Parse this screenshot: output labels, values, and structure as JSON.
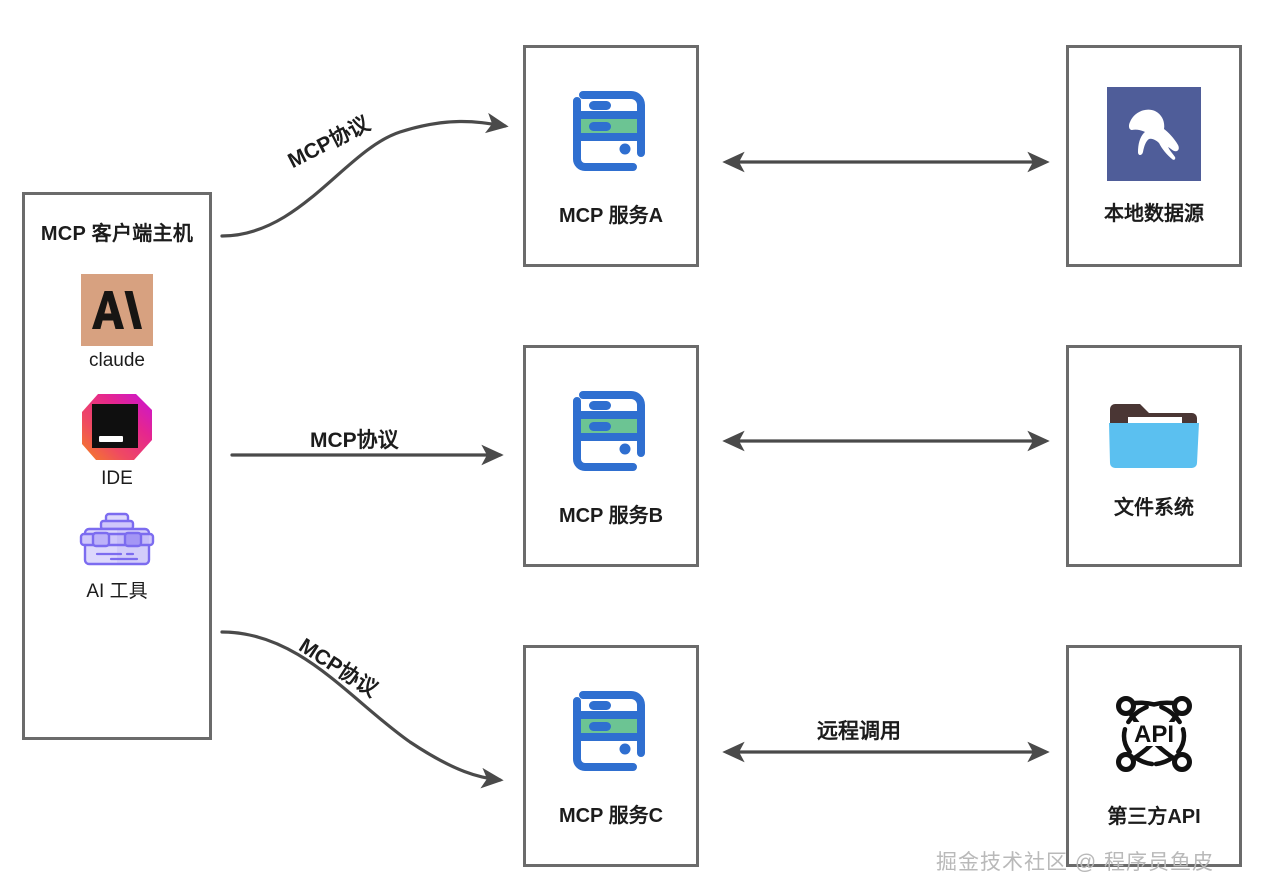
{
  "diagram": {
    "title": "MCP architecture diagram",
    "colors": {
      "box_border": "#6b6b6b",
      "arrow": "#4a4a4a",
      "server_blue": "#2f6fd0",
      "server_green": "#6cc493",
      "claude_bg": "#d7a180",
      "mysql_bg": "#4f5d99",
      "folder_blue": "#5bc0f0",
      "folder_brown": "#4a3634",
      "toolbox_purple": "#7c6cf0",
      "watermark": "#b9b9b9"
    }
  },
  "client_host": {
    "title": "MCP 客户端主机",
    "items": [
      {
        "icon": "claude-icon",
        "label": "claude"
      },
      {
        "icon": "ide-icon",
        "label": "IDE"
      },
      {
        "icon": "toolbox-icon",
        "label": "AI 工具"
      }
    ]
  },
  "servers": [
    {
      "icon": "server-rack-icon",
      "label": "MCP 服务A"
    },
    {
      "icon": "server-rack-icon",
      "label": "MCP 服务B"
    },
    {
      "icon": "server-rack-icon",
      "label": "MCP 服务C"
    }
  ],
  "resources": [
    {
      "icon": "mysql-dolphin-icon",
      "label": "本地数据源"
    },
    {
      "icon": "folder-icon",
      "label": "文件系统"
    },
    {
      "icon": "api-network-icon",
      "label": "第三方API"
    }
  ],
  "edges": [
    {
      "id": "client-to-server-a",
      "label": "MCP协议",
      "style": "curved",
      "direction": "one-way"
    },
    {
      "id": "client-to-server-b",
      "label": "MCP协议",
      "style": "straight",
      "direction": "one-way"
    },
    {
      "id": "client-to-server-c",
      "label": "MCP协议",
      "style": "curved",
      "direction": "one-way"
    },
    {
      "id": "server-a-to-db",
      "label": "",
      "style": "straight",
      "direction": "two-way"
    },
    {
      "id": "server-b-to-fs",
      "label": "",
      "style": "straight",
      "direction": "two-way"
    },
    {
      "id": "server-c-to-api",
      "label": "远程调用",
      "style": "straight",
      "direction": "two-way"
    }
  ],
  "api_icon_text": "API",
  "watermark": "掘金技术社区 @ 程序员鱼皮"
}
